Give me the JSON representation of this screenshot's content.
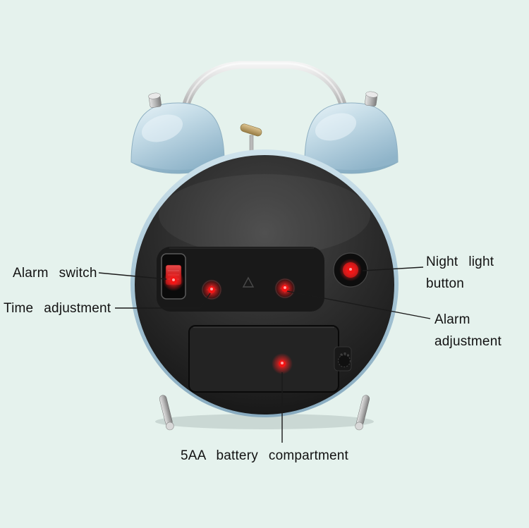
{
  "scene": {
    "background_color": "#e5f2ed",
    "subject": "Back view of a twin-bell alarm clock with labeled parts"
  },
  "annotations": {
    "alarm_switch": "Alarm switch",
    "time_adjustment": "Time adjustment",
    "night_light_line1": "Night light",
    "night_light_line2": "button",
    "alarm_adjustment_line1": "Alarm",
    "alarm_adjustment_line2": "adjustment",
    "battery_compartment": "5AA battery compartment"
  },
  "markers": {
    "led_color": "#f31414",
    "count": 5
  },
  "clock": {
    "bell_color": "#bdd8e4",
    "body_color": "#242424",
    "switch_knob_color": "#d83030"
  }
}
